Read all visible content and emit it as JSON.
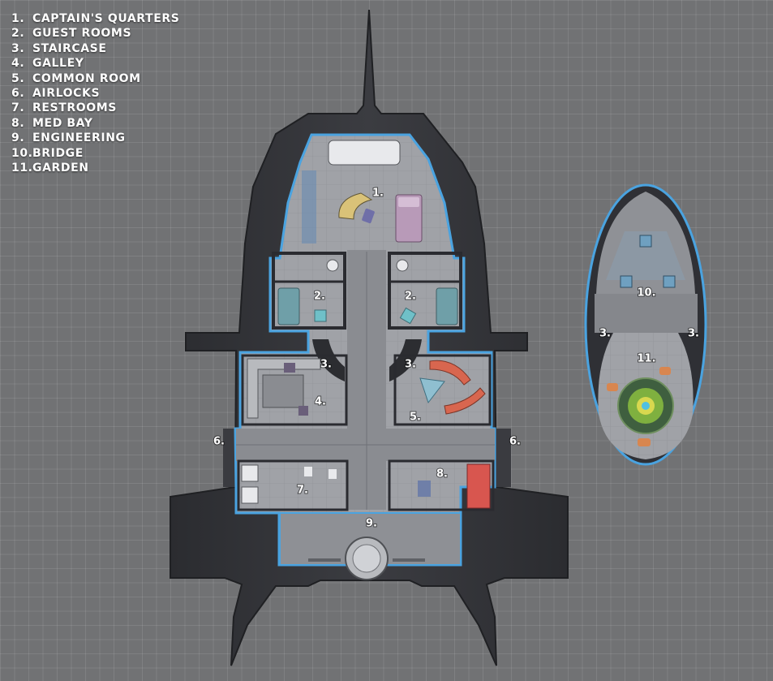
{
  "legend": [
    {
      "num": "1.",
      "name": "CAPTAIN'S QUARTERS"
    },
    {
      "num": "2.",
      "name": "GUEST ROOMS"
    },
    {
      "num": "3.",
      "name": "STAIRCASE"
    },
    {
      "num": "4.",
      "name": "GALLEY"
    },
    {
      "num": "5.",
      "name": "COMMON ROOM"
    },
    {
      "num": "6.",
      "name": "AIRLOCKS"
    },
    {
      "num": "7.",
      "name": "RESTROOMS"
    },
    {
      "num": "8.",
      "name": "MED BAY"
    },
    {
      "num": "9.",
      "name": "ENGINEERING"
    },
    {
      "num": "10.",
      "name": "BRIDGE"
    },
    {
      "num": "11.",
      "name": "GARDEN"
    }
  ],
  "map_labels": {
    "captains_quarters": "1.",
    "guest_left": "2.",
    "guest_right": "2.",
    "stair_left": "3.",
    "stair_right": "3.",
    "galley": "4.",
    "common_room": "5.",
    "airlock_left": "6.",
    "airlock_right": "6.",
    "restrooms": "7.",
    "med_bay": "8.",
    "engineering": "9.",
    "bridge": "10.",
    "deck2_stair_left": "3.",
    "deck2_stair_right": "3.",
    "garden": "11."
  },
  "colors": {
    "hull": "#34353a",
    "floor": "#9c9ea3",
    "wall_glow": "#4aa3e0",
    "corridor": "#85878c"
  }
}
